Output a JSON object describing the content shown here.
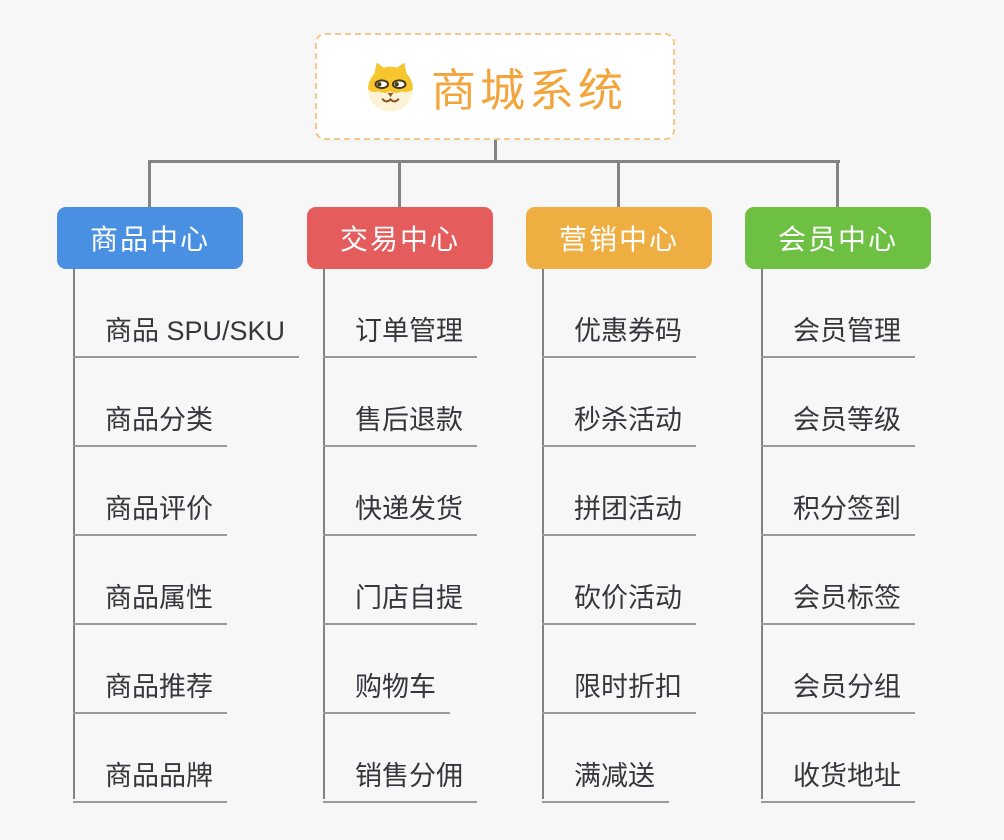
{
  "app": {
    "background_color": "#f7f7f7",
    "connector_color": "#848484"
  },
  "root": {
    "title": "商城系统",
    "icon": "dog-face-icon",
    "text_color": "#f2a53c",
    "border_color": "#f2c98b"
  },
  "branches": [
    {
      "label": "商品中心",
      "color": "#4a90e2",
      "items": [
        "商品 SPU/SKU",
        "商品分类",
        "商品评价",
        "商品属性",
        "商品推荐",
        "商品品牌"
      ]
    },
    {
      "label": "交易中心",
      "color": "#e45c5c",
      "items": [
        "订单管理",
        "售后退款",
        "快递发货",
        "门店自提",
        "购物车",
        "销售分佣"
      ]
    },
    {
      "label": "营销中心",
      "color": "#efae41",
      "items": [
        "优惠券码",
        "秒杀活动",
        "拼团活动",
        "砍价活动",
        "限时折扣",
        "满减送"
      ]
    },
    {
      "label": "会员中心",
      "color": "#6ec043",
      "items": [
        "会员管理",
        "会员等级",
        "积分签到",
        "会员标签",
        "会员分组",
        "收货地址"
      ]
    }
  ]
}
